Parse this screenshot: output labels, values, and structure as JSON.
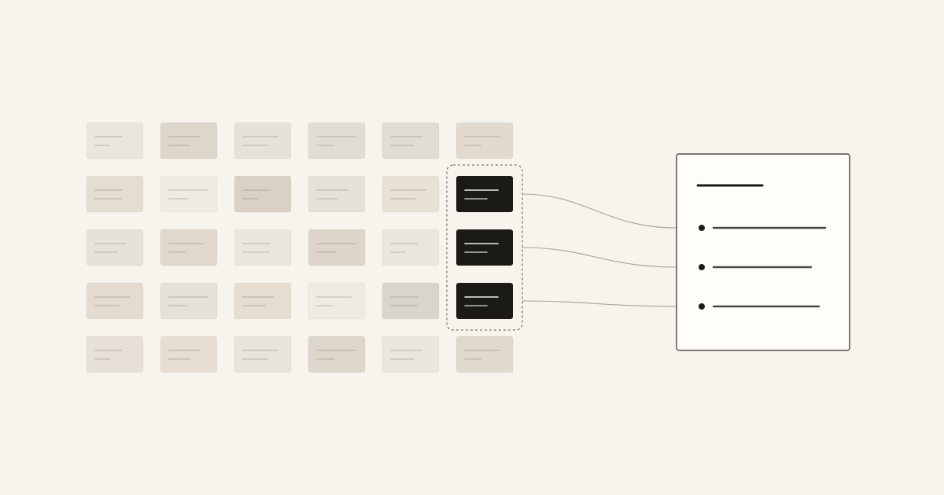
{
  "colors": {
    "background": "#f7f4ee",
    "highlight_card_fill": "#1b1a17",
    "highlight_card_line": "#f2f0ea",
    "selection_outline": "#7a7770",
    "connector": "#a5a29b",
    "panel_fill": "#fffdf9",
    "panel_border": "#2b2a27",
    "panel_heading": "#1b1a17",
    "panel_bullet": "#1b1a17",
    "panel_item_line": "#4a4844"
  },
  "grid": {
    "rows": 5,
    "columns": 6,
    "card_fills": [
      [
        "#ebe6db",
        "#ddd6ca",
        "#e7e2d7",
        "#e2ddd2",
        "#e2ddd3",
        "#e2dacf"
      ],
      [
        "#e4ddd1",
        "#efebe4",
        "#d9d1c4",
        "#e6e1d6",
        "#e8e1d5",
        "#1b1a17"
      ],
      [
        "#e6e2d8",
        "#e0d8cc",
        "#ebe6dc",
        "#ddd5c9",
        "#eae6df",
        "#1b1a17"
      ],
      [
        "#e3dbcf",
        "#e5e1d7",
        "#e6ddd1",
        "#efebe2",
        "#d9d5ca",
        "#1b1a17"
      ],
      [
        "#e7e0d6",
        "#e6ded3",
        "#e8e4da",
        "#ddd6ca",
        "#ebe6dd",
        "#e0d9ce"
      ]
    ],
    "highlighted_cells": [
      [
        1,
        5
      ],
      [
        2,
        5
      ],
      [
        3,
        5
      ]
    ]
  },
  "panel": {
    "item_count": 3
  }
}
